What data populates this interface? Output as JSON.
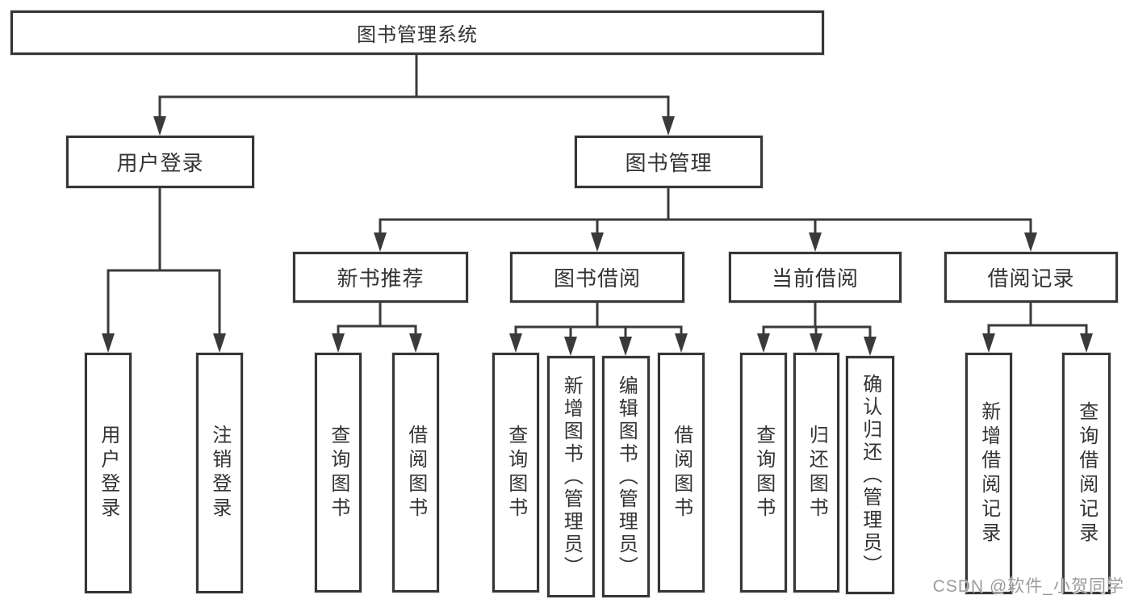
{
  "diagram_title": "图书管理系统",
  "tree": {
    "root": {
      "label": "图书管理系统"
    },
    "branches": [
      {
        "label": "用户登录",
        "children": [
          {
            "label": "用户登录"
          },
          {
            "label": "注销登录"
          }
        ]
      },
      {
        "label": "图书管理",
        "children": [
          {
            "label": "新书推荐",
            "children": [
              {
                "label": "查询图书"
              },
              {
                "label": "借阅图书"
              }
            ]
          },
          {
            "label": "图书借阅",
            "children": [
              {
                "label": "查询图书"
              },
              {
                "label": "新增图书（管理员）"
              },
              {
                "label": "编辑图书（管理员）"
              },
              {
                "label": "借阅图书"
              }
            ]
          },
          {
            "label": "当前借阅",
            "children": [
              {
                "label": "查询图书"
              },
              {
                "label": "归还图书"
              },
              {
                "label": "确认归还（管理员）"
              }
            ]
          },
          {
            "label": "借阅记录",
            "children": [
              {
                "label": "新增借阅记录"
              },
              {
                "label": "查询借阅记录"
              }
            ]
          }
        ]
      }
    ]
  },
  "watermark": {
    "text": "CSDN @软件_小贺同学"
  },
  "colors": {
    "line": "#3a3a3a",
    "border": "#363636",
    "text": "#333333",
    "background": "#ffffff",
    "watermark": "#9c9c9c"
  }
}
